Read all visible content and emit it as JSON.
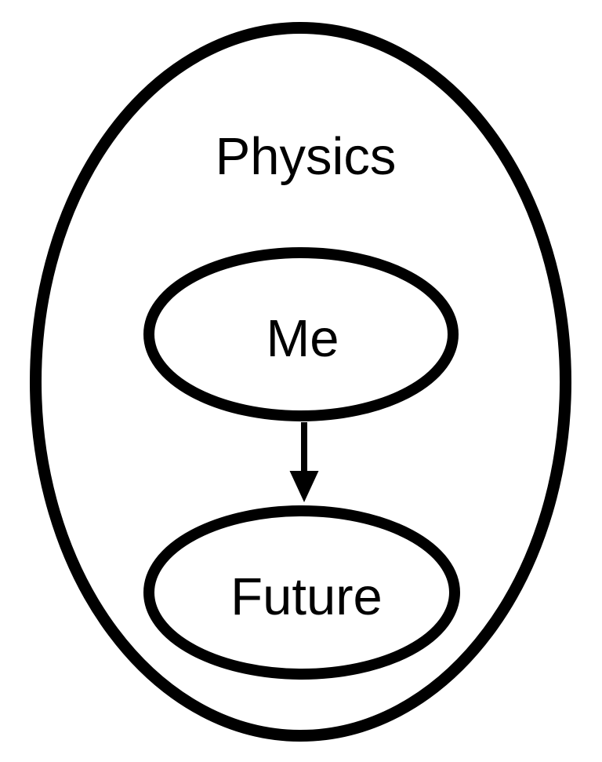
{
  "diagram": {
    "background_color": "#ffffff",
    "stroke_color": "#000000",
    "text_color": "#000000",
    "nodes": [
      {
        "id": "physics",
        "label": "Physics",
        "shape": "ellipse",
        "role": "outer-container"
      },
      {
        "id": "me",
        "label": "Me",
        "shape": "ellipse",
        "role": "inner-node",
        "parent": "physics"
      },
      {
        "id": "future",
        "label": "Future",
        "shape": "ellipse",
        "role": "inner-node",
        "parent": "physics"
      }
    ],
    "edges": [
      {
        "from": "me",
        "to": "future",
        "type": "arrow",
        "direction": "down"
      }
    ]
  }
}
